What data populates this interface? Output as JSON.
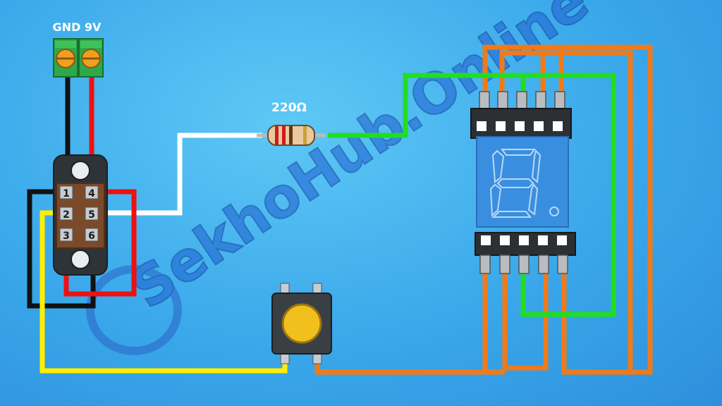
{
  "terminal": {
    "label": "GND 9V"
  },
  "resistor": {
    "label": "220Ω"
  },
  "switch": {
    "pins": [
      "1",
      "2",
      "3",
      "4",
      "5",
      "6"
    ]
  },
  "watermark": {
    "text": "SekhoHub.Online"
  },
  "colors": {
    "background": "#3aa8ea",
    "wire_black": "#111111",
    "wire_red": "#ee1111",
    "wire_white": "#ffffff",
    "wire_yellow": "#ffee00",
    "wire_green": "#22dd22",
    "wire_orange": "#f07a1a",
    "terminal_block": "#2ea84a",
    "switch_body": "#7a4a2a",
    "button_cap": "#f2c01e"
  }
}
